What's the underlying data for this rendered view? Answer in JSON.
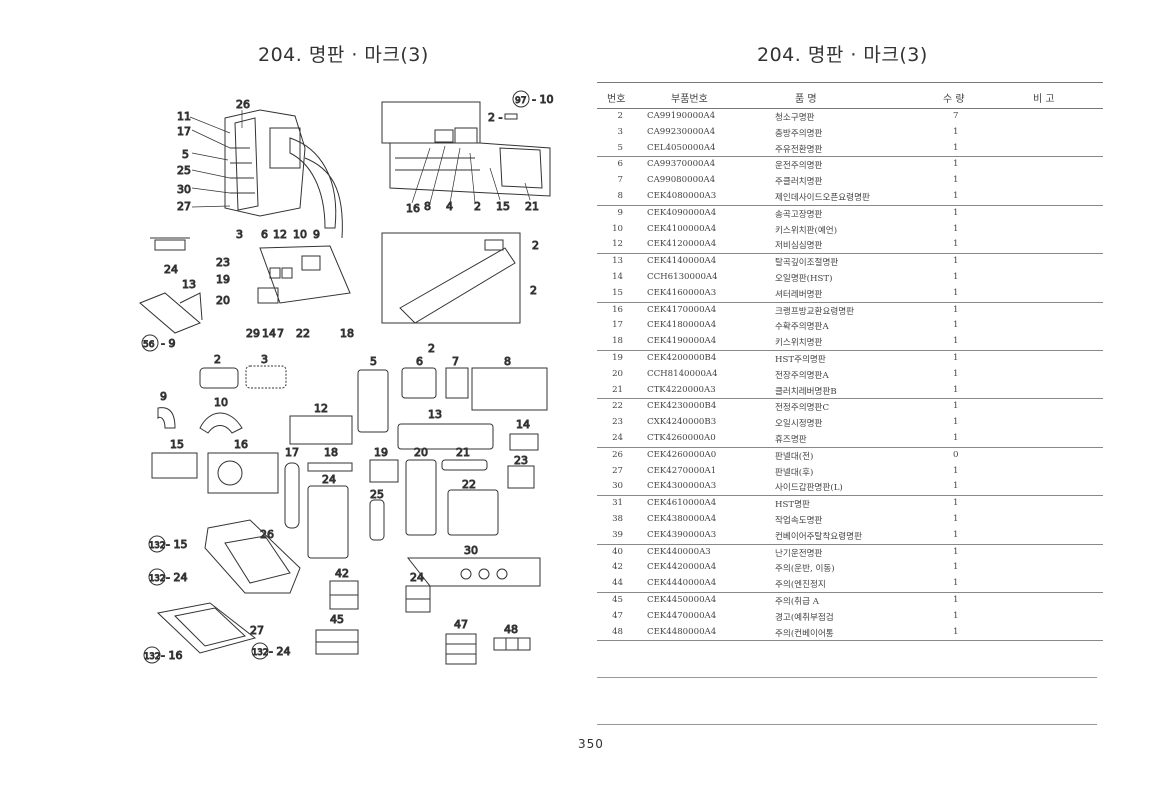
{
  "left_title": "204. 명판 · 마크(3)",
  "right_title": "204. 명판 · 마크(3)",
  "table": {
    "headers": {
      "no": "번호",
      "part_no": "부품번호",
      "name": "품 명",
      "qty": "수 량",
      "remark": "비 고"
    },
    "rows": [
      {
        "no": "2",
        "code": "CA99190000A4",
        "name": "청소구명판",
        "qty": "7"
      },
      {
        "no": "3",
        "code": "CA99230000A4",
        "name": "충방주의명판",
        "qty": "1"
      },
      {
        "no": "5",
        "code": "CEL4050000A4",
        "name": "주유전환명판",
        "qty": "1"
      },
      {
        "no": "6",
        "code": "CA99370000A4",
        "name": "운전주의명판",
        "qty": "1"
      },
      {
        "no": "7",
        "code": "CA99080000A4",
        "name": "주클러치명판",
        "qty": "1"
      },
      {
        "no": "8",
        "code": "CEK4080000A3",
        "name": "제인데사이드오픈요령명판",
        "qty": "1"
      },
      {
        "no": "9",
        "code": "CEK4090000A4",
        "name": "송곡고장명판",
        "qty": "1"
      },
      {
        "no": "10",
        "code": "CEK4100000A4",
        "name": "키스위치판(예언)",
        "qty": "1"
      },
      {
        "no": "12",
        "code": "CEK4120000A4",
        "name": "저비심심명판",
        "qty": "1"
      },
      {
        "no": "13",
        "code": "CEK4140000A4",
        "name": "탈곡깊이조절명판",
        "qty": "1"
      },
      {
        "no": "14",
        "code": "CCH6130000A4",
        "name": "오일명판(HST)",
        "qty": "1"
      },
      {
        "no": "15",
        "code": "CEK4160000A3",
        "name": "셔터레버명판",
        "qty": "1"
      },
      {
        "no": "16",
        "code": "CEK4170000A4",
        "name": "크랭프방교환요령명판",
        "qty": "1"
      },
      {
        "no": "17",
        "code": "CEK4180000A4",
        "name": "수확주의명판A",
        "qty": "1"
      },
      {
        "no": "18",
        "code": "CEK4190000A4",
        "name": "키스위치명판",
        "qty": "1"
      },
      {
        "no": "19",
        "code": "CEK4200000B4",
        "name": "HST주의명판",
        "qty": "1"
      },
      {
        "no": "20",
        "code": "CCH8140000A4",
        "name": "전장주의명판A",
        "qty": "1"
      },
      {
        "no": "21",
        "code": "CTK4220000A3",
        "name": "클러치레버명판B",
        "qty": "1"
      },
      {
        "no": "22",
        "code": "CEK4230000B4",
        "name": "전정주의명판C",
        "qty": "1"
      },
      {
        "no": "23",
        "code": "CXK4240000B3",
        "name": "오일시정명판",
        "qty": "1"
      },
      {
        "no": "24",
        "code": "CTK4260000A0",
        "name": "휴즈명판",
        "qty": "1"
      },
      {
        "no": "26",
        "code": "CEK4260000A0",
        "name": "판넬대(전)",
        "qty": "0"
      },
      {
        "no": "27",
        "code": "CEK4270000A1",
        "name": "판넬대(후)",
        "qty": "1"
      },
      {
        "no": "30",
        "code": "CEK4300000A3",
        "name": "사이드갑판명판(L)",
        "qty": "1"
      },
      {
        "no": "31",
        "code": "CEK4610000A4",
        "name": "HST명판",
        "qty": "1"
      },
      {
        "no": "38",
        "code": "CEK4380000A4",
        "name": "작업속도명판",
        "qty": "1"
      },
      {
        "no": "39",
        "code": "CEK4390000A3",
        "name": "컨베이어주탈착요령명판",
        "qty": "1"
      },
      {
        "no": "40",
        "code": "CEK440000A3",
        "name": "난기운전명판",
        "qty": "1"
      },
      {
        "no": "42",
        "code": "CEK4420000A4",
        "name": "주의(운반, 이동)",
        "qty": "1"
      },
      {
        "no": "44",
        "code": "CEK4440000A4",
        "name": "주의(엔진정지",
        "qty": "1"
      },
      {
        "no": "45",
        "code": "CEK4450000A4",
        "name": "주의(취급 A",
        "qty": "1"
      },
      {
        "no": "47",
        "code": "CEK4470000A4",
        "name": "경고(예취부점검",
        "qty": "1"
      },
      {
        "no": "48",
        "code": "CEK4480000A4",
        "name": "주의(컨베이어통",
        "qty": "1"
      }
    ]
  },
  "diagram_labels": {
    "l11": "11",
    "l17": "17",
    "l5": "5",
    "l25": "25",
    "l30": "30",
    "l27": "27",
    "l26": "26",
    "l97": "97",
    "l10": "- 10",
    "l2a": "2 -",
    "l16b": "16",
    "l8b": "8",
    "l4b": "4",
    "l2b": "2",
    "l15b": "15",
    "l21b": "21",
    "l24a": "24",
    "l13a": "13",
    "l56": "56",
    "l9a": "- 9",
    "l3c": "3",
    "l6c": "6",
    "l12c": "12",
    "l10c": "10",
    "l9c": "9",
    "l23c": "23",
    "l19c": "19",
    "l20c": "20",
    "l29c": "29",
    "l14c": "14",
    "l7c": "7",
    "l22c": "22",
    "l18c": "18",
    "l2d": "2",
    "l2e": "2",
    "l2f": "2",
    "p2": "2",
    "p3": "3",
    "p5": "5",
    "p6": "6",
    "p7": "7",
    "p8": "8",
    "p9": "9",
    "p10": "10",
    "p12": "12",
    "p13": "13",
    "p14": "14",
    "p15": "15",
    "p16": "16",
    "p17": "17",
    "p18": "18",
    "p19": "19",
    "p20": "20",
    "p21": "21",
    "p22": "22",
    "p23": "23",
    "p24": "24",
    "p25": "25",
    "p26": "26",
    "p30": "30",
    "p24b": "24",
    "p42": "42",
    "p45": "45",
    "p47": "47",
    "p48": "48",
    "p27": "27",
    "c132a": "132",
    "c15": "- 15",
    "c132b": "132",
    "c24a": "- 24",
    "c132c": "132",
    "c16": "- 16",
    "c132d": "132",
    "c24b": "- 24"
  },
  "page_number": "350"
}
